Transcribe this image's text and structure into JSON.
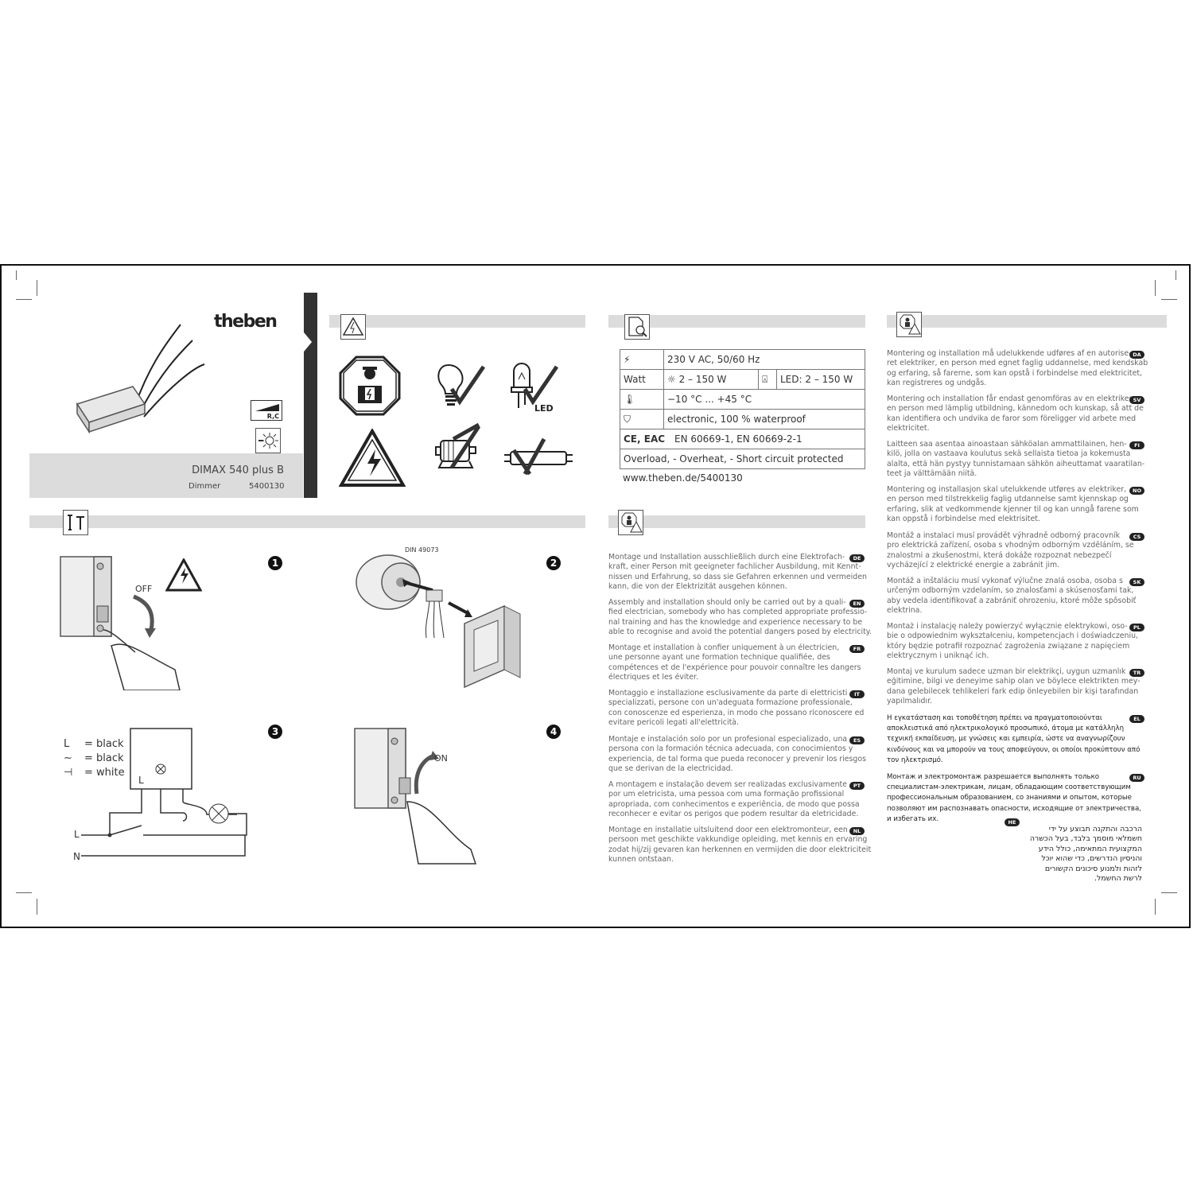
{
  "brand": {
    "logo": "theben"
  },
  "product": {
    "name": "DIMAX 540 plus B",
    "type": "Dimmer",
    "article": "5400130",
    "load_badge": "R,C"
  },
  "icons": {
    "safety_section": "electrical-hazard-tag-icon",
    "specs_section": "document-search-icon",
    "install_section": "tools-icon",
    "electrician_section": "electrician-warning-icon"
  },
  "load_icons": {
    "led_label": "LED"
  },
  "specs": {
    "supply": "230 V AC, 50/60 Hz",
    "watt_label": "Watt",
    "watt_range": "2 – 150 W",
    "led_range": "LED:  2 – 150 W",
    "temperature": "−10 °C ... +45 °C",
    "protection": "electronic, 100 % waterproof",
    "standards": "EN 60669-1, EN 60669-2-1",
    "marks": "CE, EAC",
    "protections": "Overload, - Overheat, - Short circuit protected",
    "url": "www.theben.de/5400130"
  },
  "steps": {
    "s1": {
      "num": "1",
      "label": "OFF"
    },
    "s2": {
      "num": "2",
      "label": "DIN 49073"
    },
    "s3": {
      "num": "3"
    },
    "s4": {
      "num": "4",
      "label": "ON"
    }
  },
  "wiring": {
    "legend": [
      {
        "key": "L",
        "value": "= black"
      },
      {
        "key": "",
        "value": "= black"
      },
      {
        "key": "",
        "value": "= white"
      }
    ],
    "terminal_L": "L",
    "line_L": "L",
    "line_N": "N"
  },
  "warnings_mid": [
    {
      "code": "DE",
      "text": [
        "Montage und Installation ausschließlich durch eine Elektrofach-",
        "kraft, einer Person mit geeigneter fachlicher Ausbildung, mit Kennt-",
        "nissen und Erfahrung, so dass sie Gefahren erkennen und vermeiden",
        "kann, die von der Elektrizität ausgehen können."
      ]
    },
    {
      "code": "EN",
      "text": [
        "Assembly and installation should only be carried out by a quali-",
        "fied electrician, somebody who has completed appropriate professio-",
        "nal training and has the knowledge and experience necessary to be",
        "able to recognise and avoid the potential dangers posed by electricity."
      ]
    },
    {
      "code": "FR",
      "text": [
        "Montage et installation à confier uniquement à un électricien,",
        "une personne ayant une formation technique qualifiée, des",
        "compétences et de l'expérience pour pouvoir connaître les dangers",
        "électriques et les éviter."
      ]
    },
    {
      "code": "IT",
      "text": [
        "Montaggio e installazione esclusivamente da parte di elettricisti",
        "specializzati, persone con un'adeguata formazione professionale,",
        "con conoscenze ed esperienza, in modo che possano riconoscere ed",
        "evitare pericoli legati all'elettricità."
      ]
    },
    {
      "code": "ES",
      "text": [
        "Montaje e instalación solo por un profesional especializado, una",
        "persona con la formación técnica adecuada, con conocimientos y",
        "experiencia, de tal forma que pueda reconocer y prevenir los riesgos",
        "que se derivan de la electricidad."
      ]
    },
    {
      "code": "PT",
      "text": [
        "A montagem e instalação devem ser realizadas exclusivamente",
        "por um eletricista, uma pessoa com uma formação profissional",
        "apropriada, com conhecimentos e experiência, de modo que possa",
        "reconhecer e evitar os perigos que podem resultar da eletricidade."
      ]
    },
    {
      "code": "NL",
      "text": [
        "Montage en installatie uitsluitend door een elektromonteur, een",
        "persoon met geschikte vakkundige opleiding, met kennis en ervaring",
        "zodat hij/zij gevaren kan herkennen en vermijden die door elektriciteit",
        "kunnen ontstaan."
      ]
    }
  ],
  "warnings_right": [
    {
      "code": "DA",
      "text": [
        "Montering og installation må udelukkende udføres af en autorise-",
        "ret elektriker, en person med egnet faglig uddannelse, med kendskab",
        "og erfaring, så farerne, som kan opstå i forbindelse med elektricitet,",
        "kan registreres og undgås."
      ]
    },
    {
      "code": "SV",
      "text": [
        "Montering och installation får endast genomföras av en elektriker",
        "en person med lämplig utbildning, kännedom och kunskap, så att de",
        "kan identifiera och undvika de faror som föreligger vid arbete med",
        "elektricitet."
      ]
    },
    {
      "code": "FI",
      "text": [
        "Laitteen saa asentaa ainoastaan sähköalan ammattilainen, hen-",
        "kilö, jolla on vastaava koulutus sekä sellaista tietoa ja kokemusta",
        "alalta, että hän pystyy tunnistamaan sähkön aiheuttamat vaaratilan-",
        "teet ja välttämään niitä."
      ]
    },
    {
      "code": "NO",
      "text": [
        "Montering og installasjon skal utelukkende utføres av elektriker,",
        "en person med tilstrekkelig faglig utdannelse samt kjennskap og",
        "erfaring, slik at vedkommende kjenner til og kan unngå farene som",
        "kan oppstå i forbindelse med elektrisitet."
      ]
    },
    {
      "code": "CS",
      "text": [
        "Montáž a instalaci musí provádět výhradně odborný pracovník",
        "pro elektrická zařízení, osoba s vhodným odborným vzděláním, se",
        "znalostmi a zkušenostmi, která dokáže rozpoznat nebezpečí",
        "vycházející z elektrické energie a zabránit jim."
      ]
    },
    {
      "code": "SK",
      "text": [
        "Montáž a inštaláciu musí vykonať výlučne znalá osoba, osoba s",
        "určeným odborným vzdelaním, so znalosťami a skúsenosťami tak,",
        "aby vedela identifikovať a zabrániť ohrozeniu, ktoré môže spôsobiť",
        "elektrina."
      ]
    },
    {
      "code": "PL",
      "text": [
        "Montaż i instalację należy powierzyć wyłącznie elektrykowi, oso-",
        "bie o odpowiednim wykształceniu, kompetencjach i doświadczeniu,",
        "który będzie potrafił rozpoznać zagrożenia związane z napięciem",
        "elektrycznym i uniknąć ich."
      ]
    },
    {
      "code": "TR",
      "text": [
        "Montaj ve kurulum sadece uzman bir elektrikçi, uygun uzmanlık",
        "eğitimine, bilgi ve deneyime sahip olan ve böylece elektrikten mey-",
        "dana gelebilecek tehlikeleri fark edip önleyebilen bir kişi tarafından",
        "yapılmalıdır."
      ]
    },
    {
      "code": "EL",
      "text": [
        "Η εγκατάσταση και τοποθέτηση πρέπει να πραγματοποιούνται",
        "αποκλειστικά από ηλεκτρικολογικό προσωπικό, άτομα με κατάλληλη",
        "τεχνική εκπαίδευση, με γνώσεις και εμπειρία, ώστε να αναγνωρίζουν",
        "κινδύνους και να μπορούν να τους αποφεύγουν, οι οποίοι προκύπτουν από",
        "τον ηλεκτρισμό."
      ]
    },
    {
      "code": "RU",
      "text": [
        "Монтаж и электромонтаж разрешается выполнять только",
        "специалистам-электрикам, лицам, обладающим соответствующим",
        "профессиональным образованием, со знаниями и опытом, которые",
        "позволяют им распознавать опасности, исходящие от электричества,",
        "и избегать их."
      ]
    },
    {
      "code": "HE",
      "text": [
        "הרכבה והתקנה תבוצע על ידי",
        "חשמלאי מוסמך בלבד, בעל הכשרה",
        "המקצועית המתאימה, כולל הידע",
        "והניסיון הנדרשים, כדי שהוא יוכל",
        "לזהות ולמנוע סיכונים הקשורים",
        "לרשת החשמל."
      ]
    }
  ]
}
